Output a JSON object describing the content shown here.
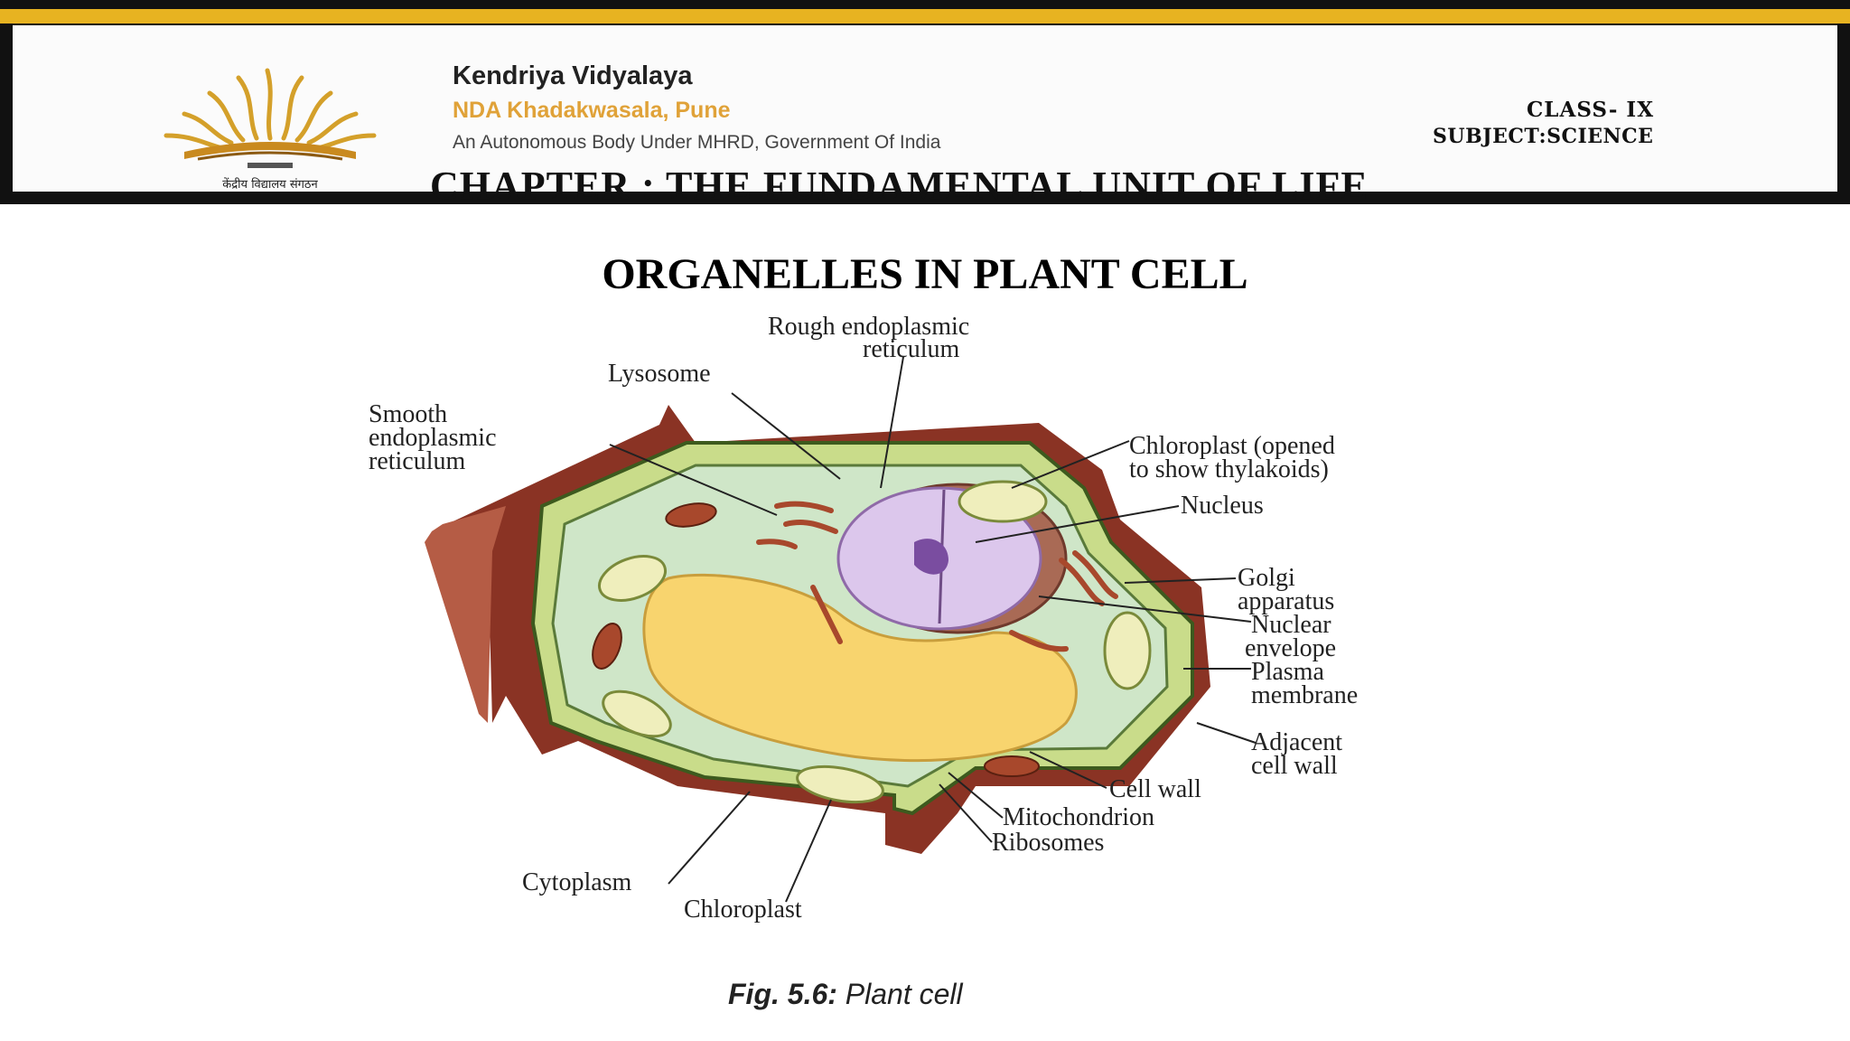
{
  "header": {
    "org_name": "Kendriya Vidyalaya",
    "org_place": "NDA Khadakwasala, Pune",
    "org_subtitle": "An Autonomous Body Under MHRD, Government Of India",
    "logo_text": "केंद्रीय विद्यालय संगठन",
    "class_label": "CLASS- IX",
    "subject_label": "SUBJECT:SCIENCE",
    "chapter": "CHAPTER : THE FUNDAMENTAL UNIT OF LIFE",
    "colors": {
      "banner_border": "#111111",
      "gold_stripe": "#e7b321",
      "place_text": "#e0a238"
    }
  },
  "slide_title": "ORGANELLES  IN PLANT CELL",
  "diagram": {
    "labels": {
      "rough_er_1": "Rough endoplasmic",
      "rough_er_2": "reticulum",
      "lysosome": "Lysosome",
      "smooth_er_1": "Smooth",
      "smooth_er_2": "endoplasmic",
      "smooth_er_3": "reticulum",
      "chloroplast_opened_1": "Chloroplast (opened",
      "chloroplast_opened_2": "to show thylakoids)",
      "nucleus": "Nucleus",
      "golgi_1": "Golgi",
      "golgi_2": "apparatus",
      "nuclear_env_1": "Nuclear",
      "nuclear_env_2": "envelope",
      "plasma_1": "Plasma",
      "plasma_2": "membrane",
      "adjacent_1": "Adjacent",
      "adjacent_2": "cell wall",
      "cell_wall": "Cell wall",
      "mitochondrion": "Mitochondrion",
      "ribosomes": "Ribosomes",
      "cytoplasm": "Cytoplasm",
      "chloroplast": "Chloroplast"
    },
    "caption_fig": "Fig. 5.6:",
    "caption_text": "Plant cell",
    "colors": {
      "cell_wall": "#c9dc8a",
      "outer_wall": "#7a2b1f",
      "cytoplasm": "#cfe6c8",
      "vacuole": "#f8d46e",
      "nucleus": "#d9c3ea",
      "mitochondria": "#a8482c"
    }
  }
}
